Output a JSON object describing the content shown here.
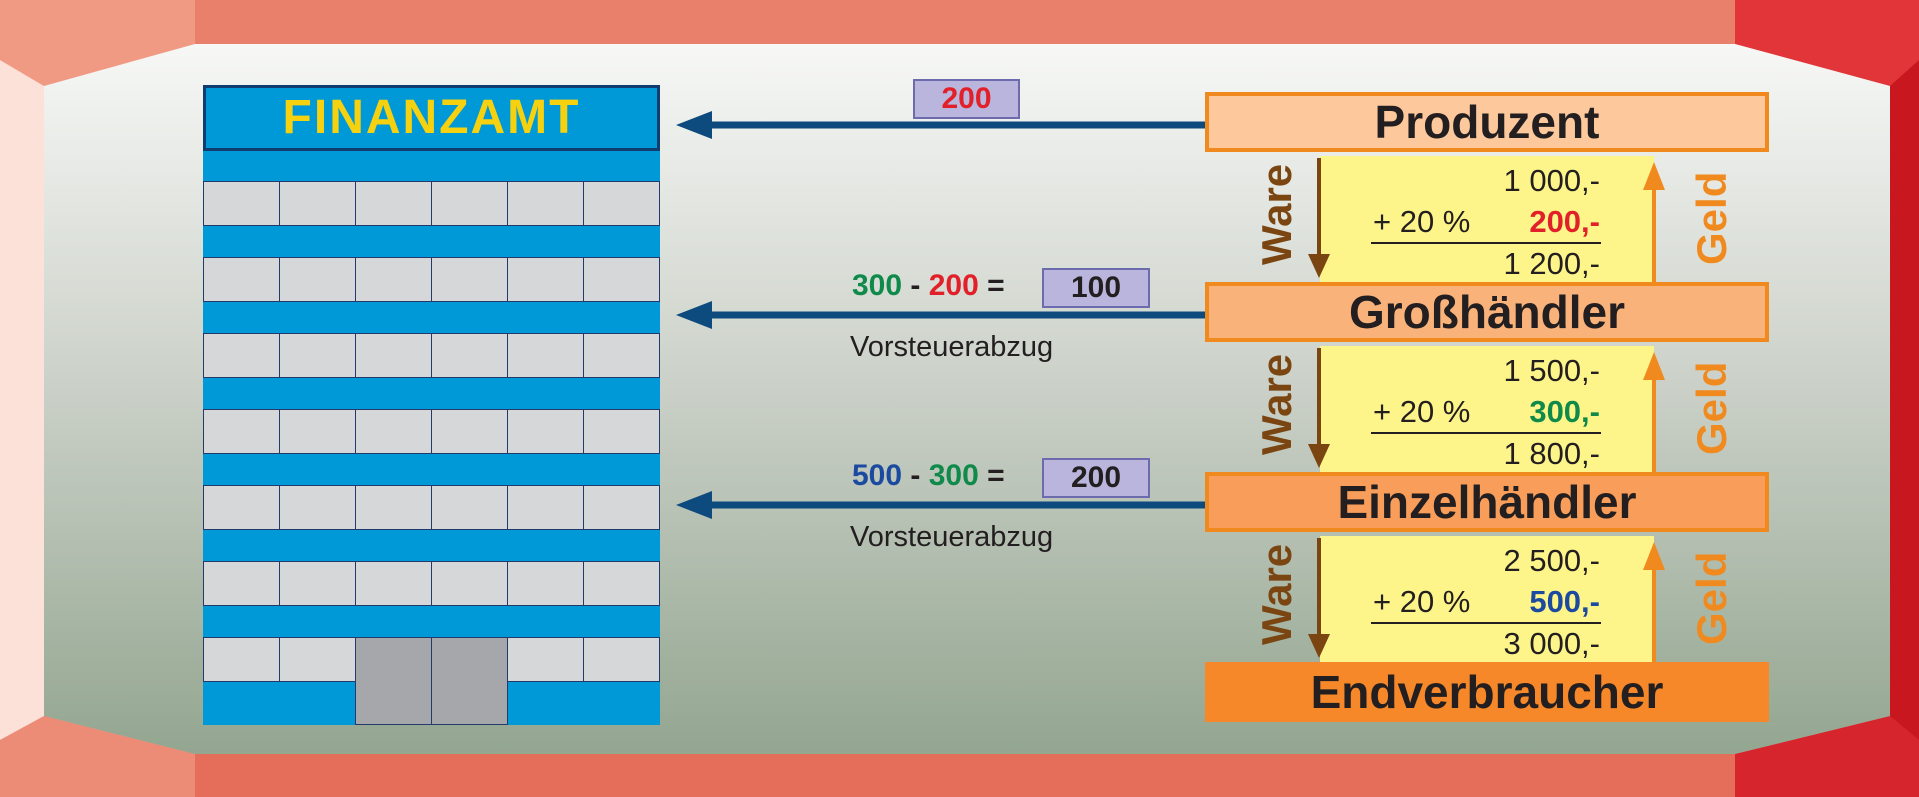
{
  "colors": {
    "frame_red": "#e03a3e",
    "building_blue": "#0099d8",
    "sign_text_yellow": "#f6d10f",
    "arrow_navy": "#0d4a7e",
    "stage_orange": "#f6882a",
    "money_orange": "#f08a1f",
    "goods_brown": "#7a4511",
    "band_yellow": "#fef58a",
    "tax_red": "#e1202a",
    "tax_green": "#0f8a4a",
    "tax_blue": "#1b4aa0"
  },
  "building": {
    "sign": "FINANZAMT"
  },
  "stages": [
    {
      "name": "Produzent"
    },
    {
      "name": "Großhändler"
    },
    {
      "name": "Einzelhändler"
    },
    {
      "name": "Endverbraucher"
    }
  ],
  "flows": [
    {
      "goods": "Ware",
      "money": "Geld",
      "net": "1 000,-",
      "pct": "+ 20 %",
      "tax": "200,-",
      "gross": "1 200,-"
    },
    {
      "goods": "Ware",
      "money": "Geld",
      "net": "1 500,-",
      "pct": "+ 20 %",
      "tax": "300,-",
      "gross": "1 800,-"
    },
    {
      "goods": "Ware",
      "money": "Geld",
      "net": "2 500,-",
      "pct": "+ 20 %",
      "tax": "500,-",
      "gross": "3 000,-"
    }
  ],
  "payments": [
    {
      "result": "200"
    },
    {
      "a": "300",
      "minus": "-",
      "b": "200",
      "eq": "=",
      "result": "100",
      "note": "Vorsteuerabzug"
    },
    {
      "a": "500",
      "minus": "-",
      "b": "300",
      "eq": "=",
      "result": "200",
      "note": "Vorsteuerabzug"
    }
  ]
}
